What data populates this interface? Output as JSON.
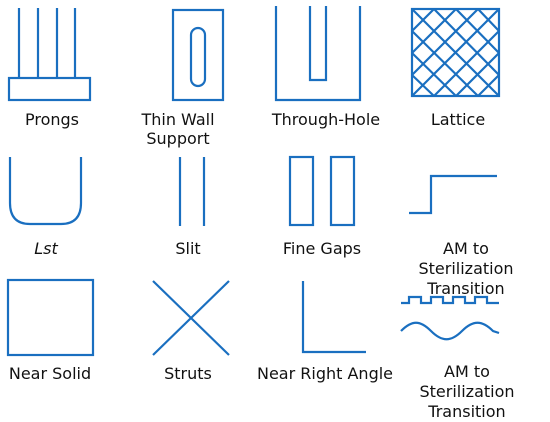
{
  "colors": {
    "stroke": "#1a6fc0",
    "text": "#111111",
    "background": "#ffffff"
  },
  "items": [
    {
      "icon": "prongs-icon",
      "label": "Prongs"
    },
    {
      "icon": "thin-wall-support-icon",
      "label": "Thin Wall\nSupport"
    },
    {
      "icon": "through-hole-icon",
      "label": "Through-Hole"
    },
    {
      "icon": "lattice-icon",
      "label": "Lattice"
    },
    {
      "icon": "lst-icon",
      "label": "Lst"
    },
    {
      "icon": "slit-icon",
      "label": "Slit"
    },
    {
      "icon": "fine-gaps-icon",
      "label": "Fine Gaps"
    },
    {
      "icon": "step-transition-icon",
      "label": "AM to Sterilization\nTransition"
    },
    {
      "icon": "near-solid-icon",
      "label": "Near Solid"
    },
    {
      "icon": "struts-icon",
      "label": "Struts"
    },
    {
      "icon": "near-right-angle-icon",
      "label": "Near Right Angle"
    },
    {
      "icon": "wave-transition-icon",
      "label": "AM to Sterilization\nTransition"
    }
  ]
}
